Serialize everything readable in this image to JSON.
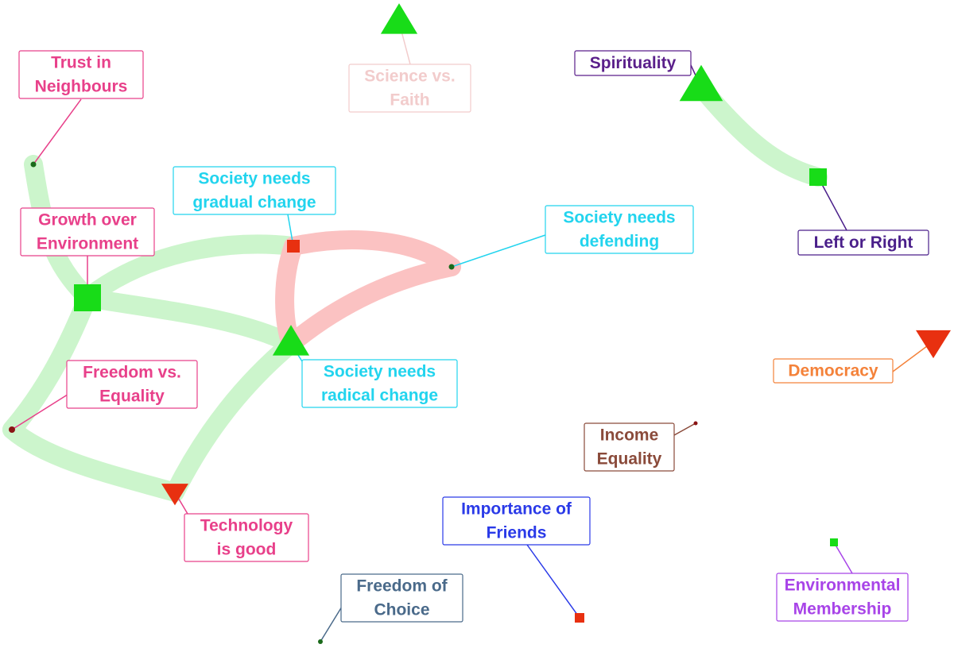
{
  "nodes": {
    "trust_neighbours": {
      "label": [
        "Trust in",
        "Neighbours"
      ],
      "color": "#e8408a",
      "marker": "dot",
      "marker_color": "#1a6a1a"
    },
    "science_faith": {
      "label": [
        "Science vs.",
        "Faith"
      ],
      "color": "#f2cccc",
      "marker": "triangle-up",
      "marker_color": "#18dc18"
    },
    "spirituality": {
      "label": [
        "Spirituality"
      ],
      "color": "#5a1f8a",
      "marker": "triangle-up",
      "marker_color": "#18dc18"
    },
    "gradual_change": {
      "label": [
        "Society needs",
        "gradual change"
      ],
      "color": "#22d4ee",
      "marker": "square",
      "marker_color": "#e83010"
    },
    "society_defending": {
      "label": [
        "Society needs",
        "defending"
      ],
      "color": "#22d4ee",
      "marker": "dot",
      "marker_color": "#1a6a1a"
    },
    "growth_environment": {
      "label": [
        "Growth over",
        "Environment"
      ],
      "color": "#e8408a",
      "marker": "square",
      "marker_color": "#18dc18"
    },
    "left_right": {
      "label": [
        "Left or Right"
      ],
      "color": "#4a1f8a",
      "marker": "square",
      "marker_color": "#18dc18"
    },
    "radical_change": {
      "label": [
        "Society needs",
        "radical change"
      ],
      "color": "#22d4ee",
      "marker": "triangle-up",
      "marker_color": "#18dc18"
    },
    "freedom_equality": {
      "label": [
        "Freedom vs.",
        "Equality"
      ],
      "color": "#e8408a",
      "marker": "dot",
      "marker_color": "#8a1414"
    },
    "democracy": {
      "label": [
        "Democracy"
      ],
      "color": "#f4823a",
      "marker": "triangle-down",
      "marker_color": "#e83010"
    },
    "income_equality": {
      "label": [
        "Income",
        "Equality"
      ],
      "color": "#8a4a3a",
      "marker": "dot",
      "marker_color": "#8a1414"
    },
    "technology_good": {
      "label": [
        "Technology",
        "is good"
      ],
      "color": "#e8408a",
      "marker": "triangle-down",
      "marker_color": "#e83010"
    },
    "importance_friends": {
      "label": [
        "Importance of",
        "Friends"
      ],
      "color": "#2a3ae8",
      "marker": "square",
      "marker_color": "#e83010"
    },
    "freedom_choice": {
      "label": [
        "Freedom of",
        "Choice"
      ],
      "color": "#4a6a8a",
      "marker": "dot",
      "marker_color": "#1a6a1a"
    },
    "environmental_membership": {
      "label": [
        "Environmental",
        "Membership"
      ],
      "color": "#a844e8",
      "marker": "square",
      "marker_color": "#18dc18"
    }
  },
  "edges": [
    {
      "from": "trust_neighbours",
      "to": "growth_environment",
      "color": "#ccf5cc"
    },
    {
      "from": "growth_environment",
      "to": "gradual_change",
      "color": "#ccf5cc"
    },
    {
      "from": "growth_environment",
      "to": "radical_change",
      "color": "#ccf5cc"
    },
    {
      "from": "growth_environment",
      "to": "freedom_equality",
      "color": "#ccf5cc"
    },
    {
      "from": "freedom_equality",
      "to": "technology_good",
      "color": "#ccf5cc"
    },
    {
      "from": "technology_good",
      "to": "radical_change",
      "color": "#ccf5cc"
    },
    {
      "from": "spirituality",
      "to": "left_right",
      "color": "#ccf5cc"
    },
    {
      "from": "gradual_change",
      "to": "society_defending",
      "color": "#fbc2c2"
    },
    {
      "from": "gradual_change",
      "to": "radical_change",
      "color": "#fbc2c2"
    },
    {
      "from": "radical_change",
      "to": "society_defending",
      "color": "#fbc2c2"
    }
  ]
}
